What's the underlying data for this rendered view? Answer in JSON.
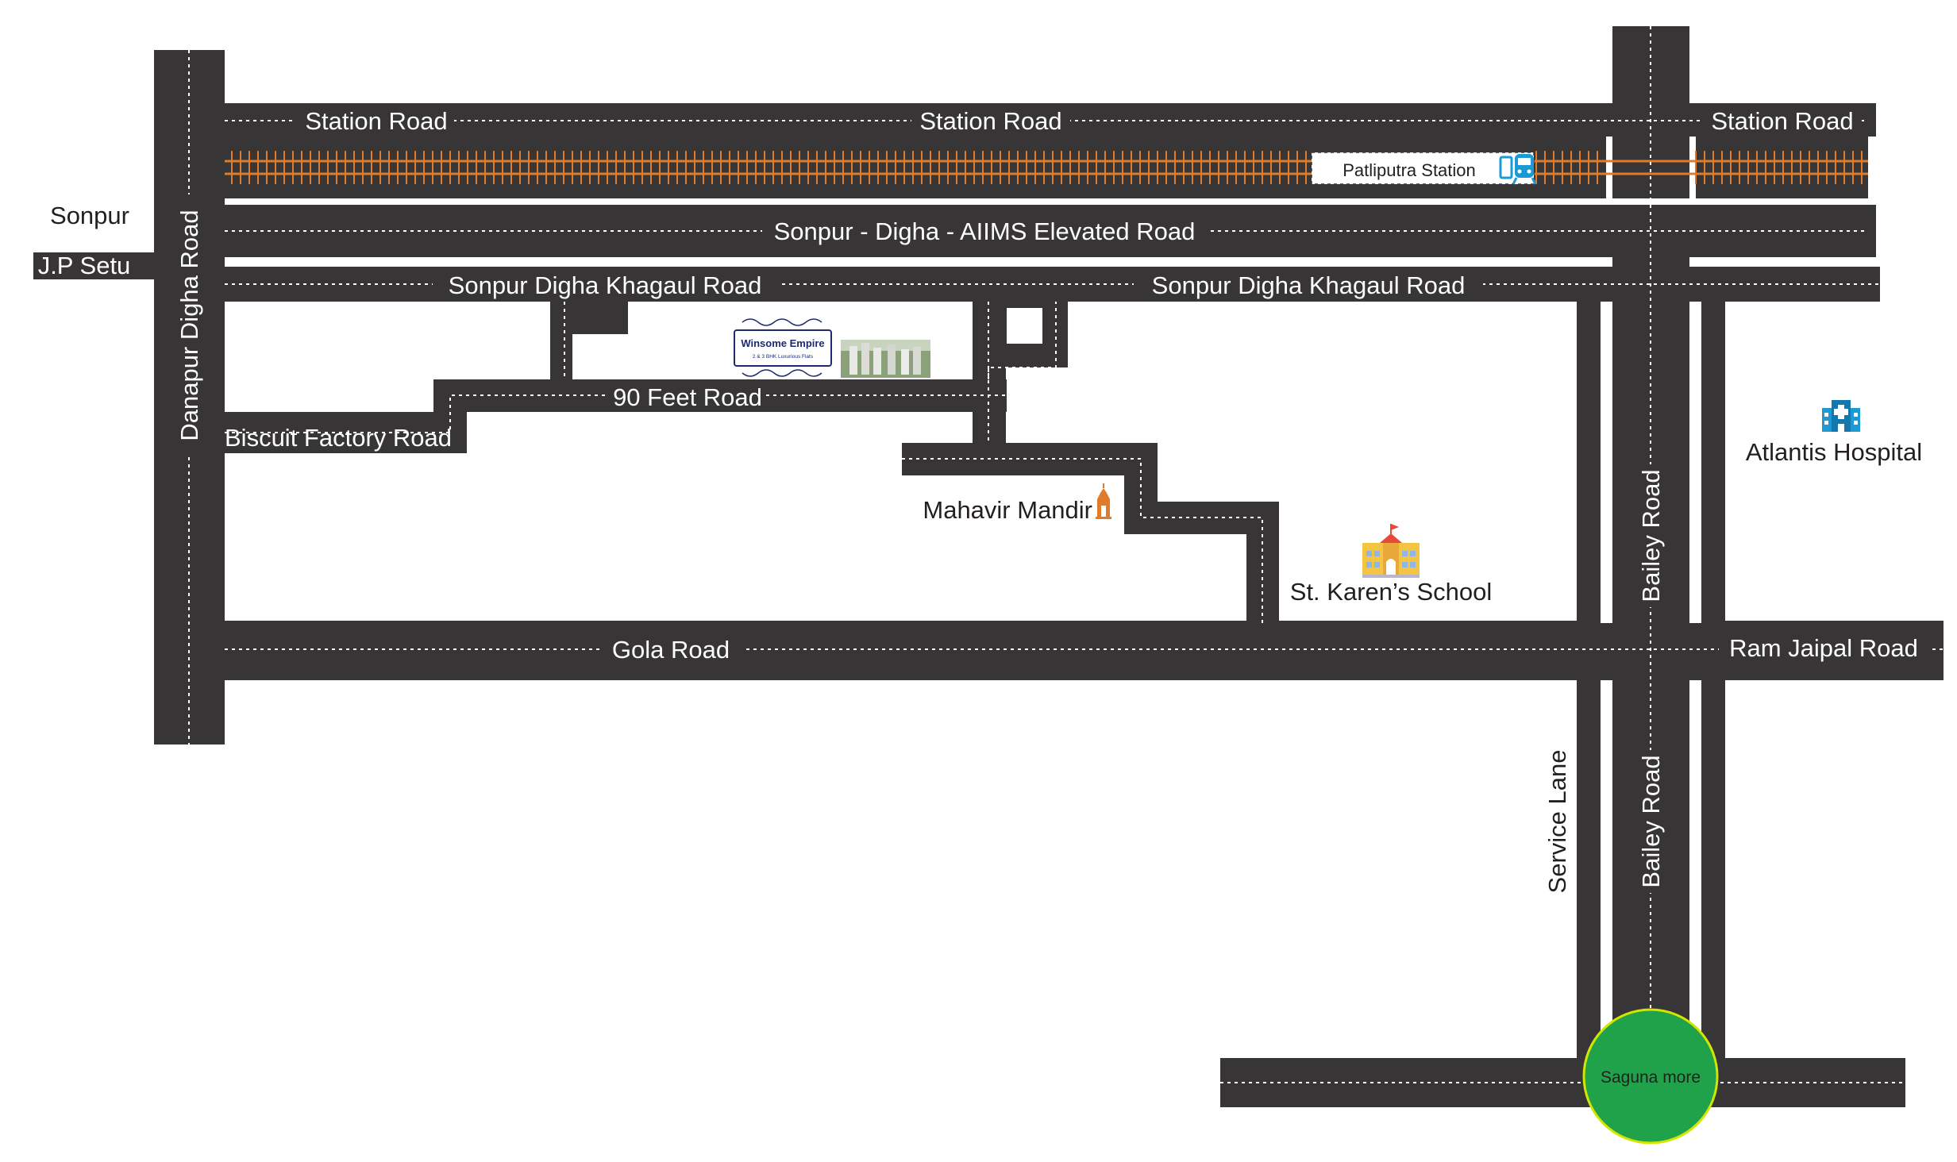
{
  "map": {
    "colors": {
      "road": "#383536",
      "road_dash": "#ffffff",
      "rail": "#e07b2b",
      "circle": "#1fa24a",
      "icon_blue": "#1b9ad6",
      "temple": "#e07b2b"
    },
    "labels": {
      "sonpur": "Sonpur",
      "jp_setu": "J.P Setu",
      "danapur_digha_road": "Danapur Digha Road",
      "station_road_1": "Station Road",
      "station_road_2": "Station Road",
      "station_road_3": "Station Road",
      "patliputra_station": "Patliputra Station",
      "elevated_road": "Sonpur - Digha - AIIMS Elevated Road",
      "khagaul_road_1": "Sonpur Digha Khagaul Road",
      "khagaul_road_2": "Sonpur Digha Khagaul Road",
      "ninety_feet_road": "90 Feet Road",
      "biscuit_factory_road": "Biscuit Factory Road",
      "mahavir_mandir": "Mahavir Mandir",
      "st_karens_school": "St. Karen’s School",
      "atlantis_hospital": "Atlantis Hospital",
      "gola_road": "Gola Road",
      "ram_jaipal_road": "Ram Jaipal Road",
      "bailey_road_1": "Bailey Road",
      "bailey_road_2": "Bailey Road",
      "service_lane": "Service Lane",
      "saguna_more": "Saguna more"
    },
    "project": {
      "name": "Winsome Empire",
      "tagline": "2 & 3 BHK Luxurious Flats"
    },
    "icons": [
      "train-icon",
      "temple-icon",
      "school-icon",
      "hospital-icon",
      "project-building-photo"
    ]
  }
}
